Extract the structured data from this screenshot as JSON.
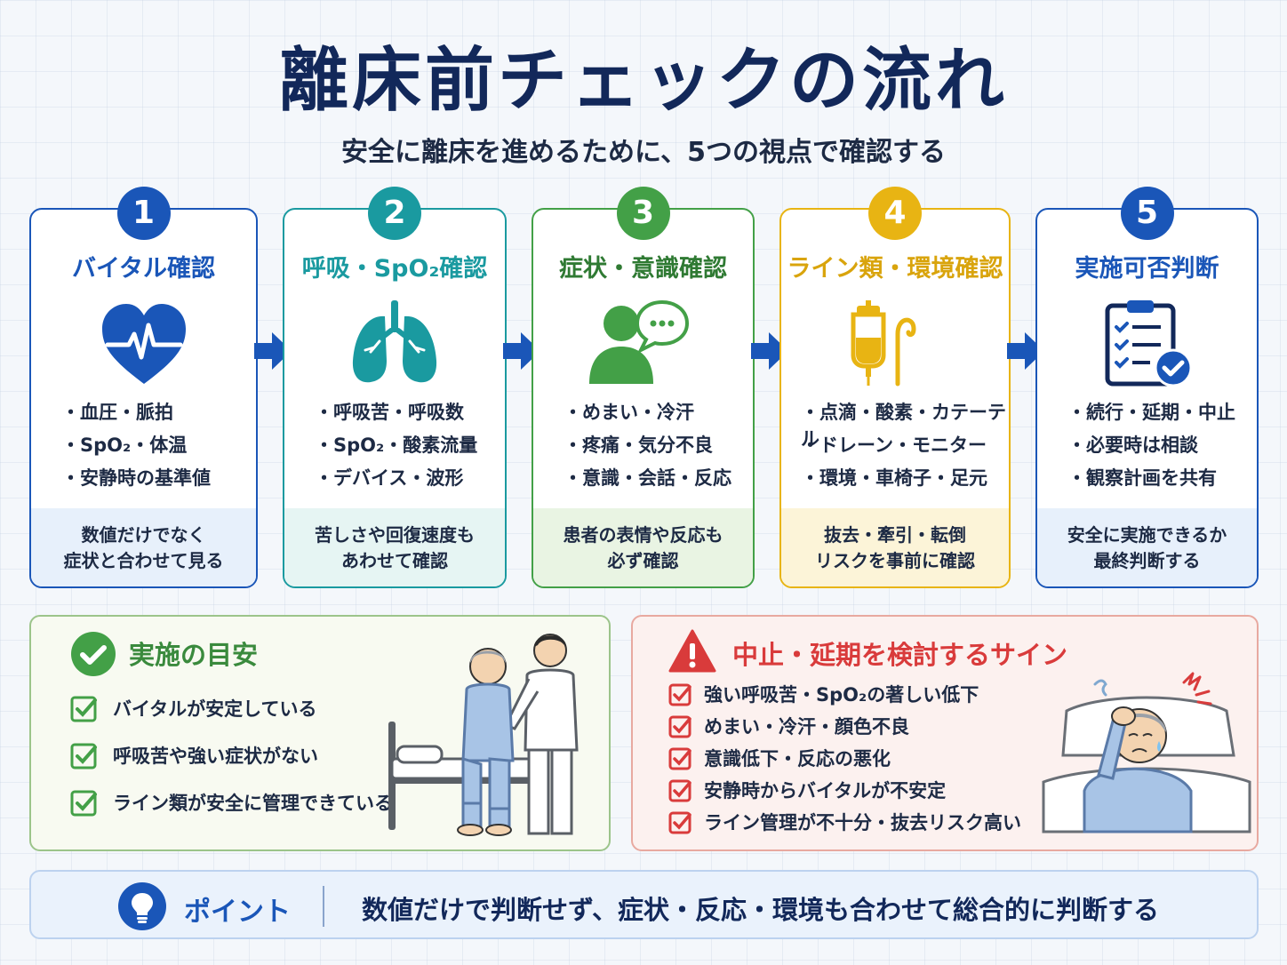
{
  "title": "離床前チェックの流れ",
  "subtitle": "安全に離床を進めるために、5つの視点で確認する",
  "colors": {
    "blue": "#1a56b8",
    "teal": "#1a9aa0",
    "green": "#43a047",
    "yellow": "#e8b413",
    "navy": "#12285a",
    "red": "#d93b3b"
  },
  "steps": [
    {
      "number": "1",
      "title": "バイタル確認",
      "icon": "heart-pulse-icon",
      "items": [
        "・血圧・脈拍",
        "・SpO₂・体温",
        "・安静時の基準値"
      ],
      "note_line1": "数値だけでなく",
      "note_line2": "症状と合わせて見る"
    },
    {
      "number": "2",
      "title": "呼吸・SpO₂確認",
      "icon": "lungs-icon",
      "items": [
        "・呼吸苦・呼吸数",
        "・SpO₂・酸素流量",
        "・デバイス・波形"
      ],
      "note_line1": "苦しさや回復速度も",
      "note_line2": "あわせて確認"
    },
    {
      "number": "3",
      "title": "症状・意識確認",
      "icon": "person-speech-icon",
      "items": [
        "・めまい・冷汗",
        "・疼痛・気分不良",
        "・意識・会話・反応"
      ],
      "note_line1": "患者の表情や反応も",
      "note_line2": "必ず確認"
    },
    {
      "number": "4",
      "title": "ライン類・環境確認",
      "icon": "iv-bag-icon",
      "items": [
        "・点滴・酸素・カテーテル",
        "・ドレーン・モニター",
        "・環境・車椅子・足元"
      ],
      "note_line1": "抜去・牽引・転倒",
      "note_line2": "リスクを事前に確認"
    },
    {
      "number": "5",
      "title": "実施可否判断",
      "icon": "clipboard-check-icon",
      "items": [
        "・続行・延期・中止",
        "・必要時は相談",
        "・観察計画を共有"
      ],
      "note_line1": "安全に実施できるか",
      "note_line2": "最終判断する"
    }
  ],
  "guide": {
    "title": "実施の目安",
    "items": [
      "バイタルが安定している",
      "呼吸苦や強い症状がない",
      "ライン類が安全に管理できている"
    ]
  },
  "stop": {
    "title": "中止・延期を検討するサイン",
    "items": [
      "強い呼吸苦・SpO₂の著しい低下",
      "めまい・冷汗・顔色不良",
      "意識低下・反応の悪化",
      "安静時からバイタルが不安定",
      "ライン管理が不十分・抜去リスク高い"
    ]
  },
  "point": {
    "label": "ポイント",
    "text": "数値だけで判断せず、症状・反応・環境も合わせて総合的に判断する"
  }
}
